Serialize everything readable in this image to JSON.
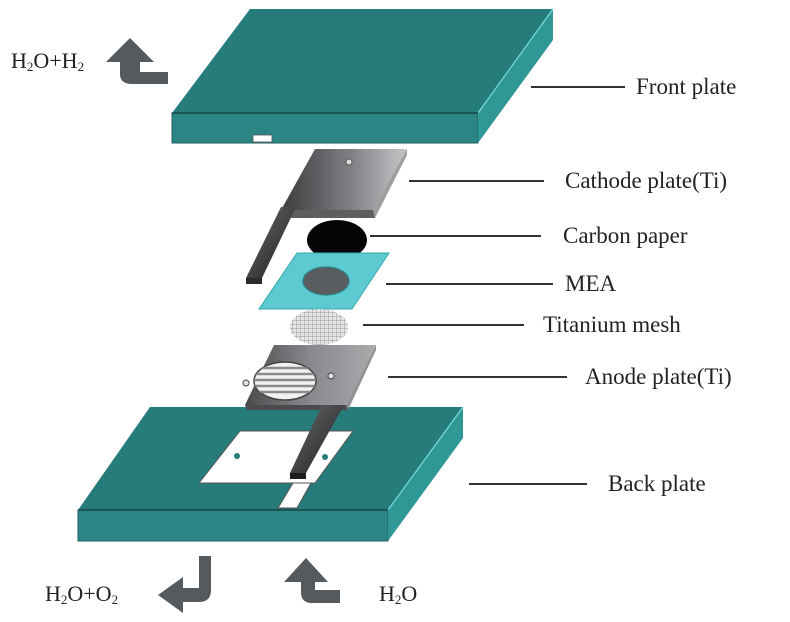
{
  "title": "Exploded view of electrolyzer cell assembly",
  "components": [
    {
      "id": "front-plate",
      "label": "Front plate"
    },
    {
      "id": "cathode-plate",
      "label": "Cathode plate(Ti)"
    },
    {
      "id": "carbon-paper",
      "label": "Carbon paper"
    },
    {
      "id": "mea",
      "label": "MEA"
    },
    {
      "id": "titanium-mesh",
      "label": "Titanium mesh"
    },
    {
      "id": "anode-plate",
      "label": "Anode plate(Ti)"
    },
    {
      "id": "back-plate",
      "label": "Back plate"
    }
  ],
  "flows": {
    "cathode_out": {
      "parts": [
        "H",
        "2",
        "O+H",
        "2"
      ],
      "direction": "up"
    },
    "anode_out": {
      "parts": [
        "H",
        "2",
        "O+O",
        "2"
      ],
      "direction": "left-down"
    },
    "water_in": {
      "parts": [
        "H",
        "2",
        "O"
      ],
      "direction": "up"
    }
  },
  "colors": {
    "plate_top": "#267c7a",
    "plate_side": "#2a8584",
    "plate_edge_highlight": "#3fc6c4",
    "mea_color": "#5ccad0",
    "arrow_color": "#555a5e",
    "metal_dark": "#3a3b3d",
    "metal_light": "#b8babc",
    "leader_line": "#333333"
  }
}
